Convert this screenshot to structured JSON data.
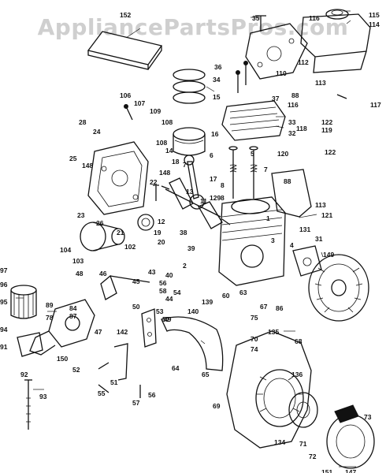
{
  "watermark": "AppliancePartsPros.com",
  "callouts": [
    "152",
    "35",
    "116",
    "115",
    "114",
    "36",
    "34",
    "110",
    "112",
    "113",
    "88",
    "37",
    "116",
    "117",
    "106",
    "107",
    "109",
    "108",
    "15",
    "33",
    "32",
    "122",
    "119",
    "118",
    "122",
    "28",
    "24",
    "14",
    "18",
    "16",
    "6",
    "5",
    "120",
    "25",
    "148",
    "108",
    "148",
    "7",
    "7",
    "88",
    "113",
    "121",
    "23",
    "26",
    "22",
    "13",
    "17",
    "129",
    "8",
    "8",
    "12",
    "11",
    "1",
    "131",
    "104",
    "103",
    "102",
    "21",
    "19",
    "20",
    "38",
    "39",
    "40",
    "2",
    "3",
    "4",
    "31",
    "149",
    "97",
    "96",
    "48",
    "46",
    "45",
    "56",
    "43",
    "58",
    "44",
    "54",
    "50",
    "53",
    "52",
    "139",
    "140",
    "60",
    "63",
    "67",
    "95",
    "89",
    "84",
    "87",
    "78",
    "94",
    "47",
    "49",
    "142",
    "86",
    "75",
    "70",
    "74",
    "135",
    "91",
    "150",
    "68",
    "64",
    "65",
    "136",
    "92",
    "52",
    "55",
    "51",
    "56",
    "57",
    "69",
    "73",
    "93",
    "134",
    "71",
    "72",
    "151",
    "147"
  ]
}
